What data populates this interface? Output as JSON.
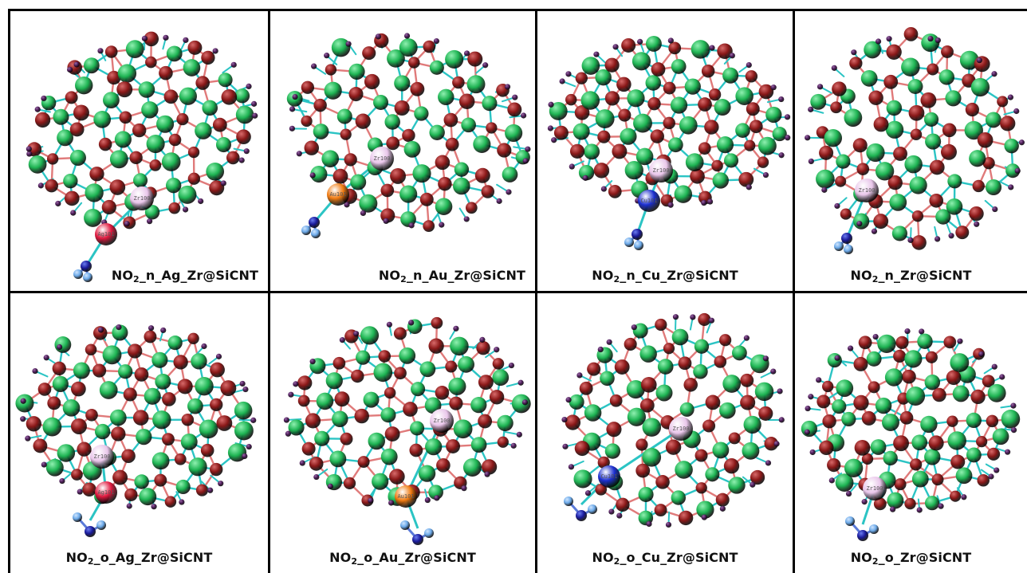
{
  "panels": [
    {
      "label_main": "NO",
      "label_sub": "2",
      "label_rest": "_n_Ag_Zr@SiCNT",
      "metal": "Ag",
      "orientation": "n",
      "dopant_color": "#e0193f",
      "dopant_tag": "Ag101",
      "zr_tag": "Zr100"
    },
    {
      "label_main": "NO",
      "label_sub": "2",
      "label_rest": "_n_Au_Zr@SiCNT",
      "metal": "Au",
      "orientation": "n",
      "dopant_color": "#f07b12",
      "dopant_tag": "Au101",
      "zr_tag": "Zr100"
    },
    {
      "label_main": "NO",
      "label_sub": "2",
      "label_rest": "_n_Cu_Zr@SiCNT",
      "metal": "Cu",
      "orientation": "n",
      "dopant_color": "#1c2fcf",
      "dopant_tag": "Cu101",
      "zr_tag": "Zr100"
    },
    {
      "label_main": "NO",
      "label_sub": "2",
      "label_rest": "_n_Zr@SiCNT",
      "metal": "",
      "orientation": "n",
      "dopant_color": "",
      "dopant_tag": "",
      "zr_tag": "Zr100"
    },
    {
      "label_main": "NO",
      "label_sub": "2",
      "label_rest": "_o_Ag_Zr@SiCNT",
      "metal": "Ag",
      "orientation": "o",
      "dopant_color": "#e0193f",
      "dopant_tag": "Ag101",
      "zr_tag": "Zr100"
    },
    {
      "label_main": "NO",
      "label_sub": "2",
      "label_rest": "_o_Au_Zr@SiCNT",
      "metal": "Au",
      "orientation": "o",
      "dopant_color": "#f07b12",
      "dopant_tag": "Au101",
      "zr_tag": "Zr100"
    },
    {
      "label_main": "NO",
      "label_sub": "2",
      "label_rest": "_o_Cu_Zr@SiCNT",
      "metal": "Cu",
      "orientation": "o",
      "dopant_color": "#1c2fcf",
      "dopant_tag": "Cu101",
      "zr_tag": "Zr100"
    },
    {
      "label_main": "NO",
      "label_sub": "2",
      "label_rest": "_o_Zr@SiCNT",
      "metal": "",
      "orientation": "o",
      "dopant_color": "",
      "dopant_tag": "",
      "zr_tag": "Zr100"
    }
  ],
  "colors": {
    "silicon": "#1db352",
    "carbon": "#8a1818",
    "hydrogen": "#4a1a55",
    "zirconium": "#e9c6ea",
    "bond_si": "#2bc4c4",
    "bond_c": "#e07a7a",
    "nitrogen": "#1a1a9a",
    "oxygen": "#6aa8e8"
  }
}
